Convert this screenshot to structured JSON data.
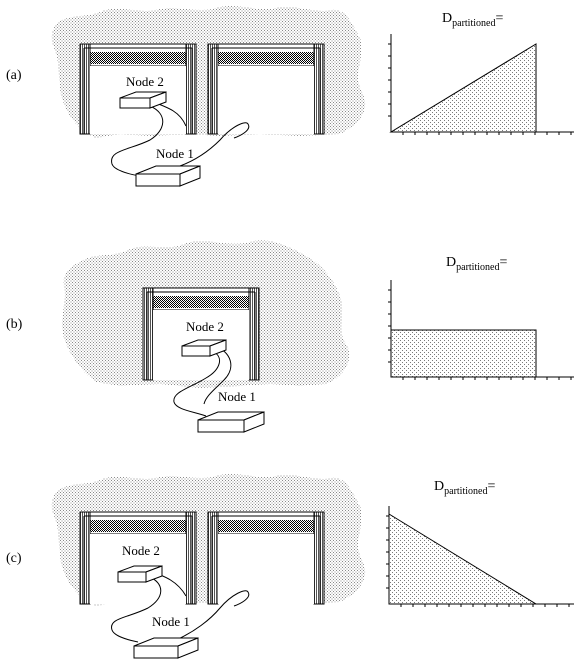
{
  "panels": [
    {
      "label": "(a)",
      "node2": "Node 2",
      "node1": "Node 1",
      "graph_title": {
        "main": "D",
        "sub": "partitioned",
        "suffix": "="
      }
    },
    {
      "label": "(b)",
      "node2": "Node 2",
      "node1": "Node 1",
      "graph_title": {
        "main": "D",
        "sub": "partitioned",
        "suffix": "="
      }
    },
    {
      "label": "(c)",
      "node2": "Node 2",
      "node1": "Node 1",
      "graph_title": {
        "main": "D",
        "sub": "partitioned",
        "suffix": "="
      }
    }
  ],
  "colors": {
    "stipple": "#a8a8a8",
    "ink": "#000000",
    "background": "#ffffff"
  }
}
